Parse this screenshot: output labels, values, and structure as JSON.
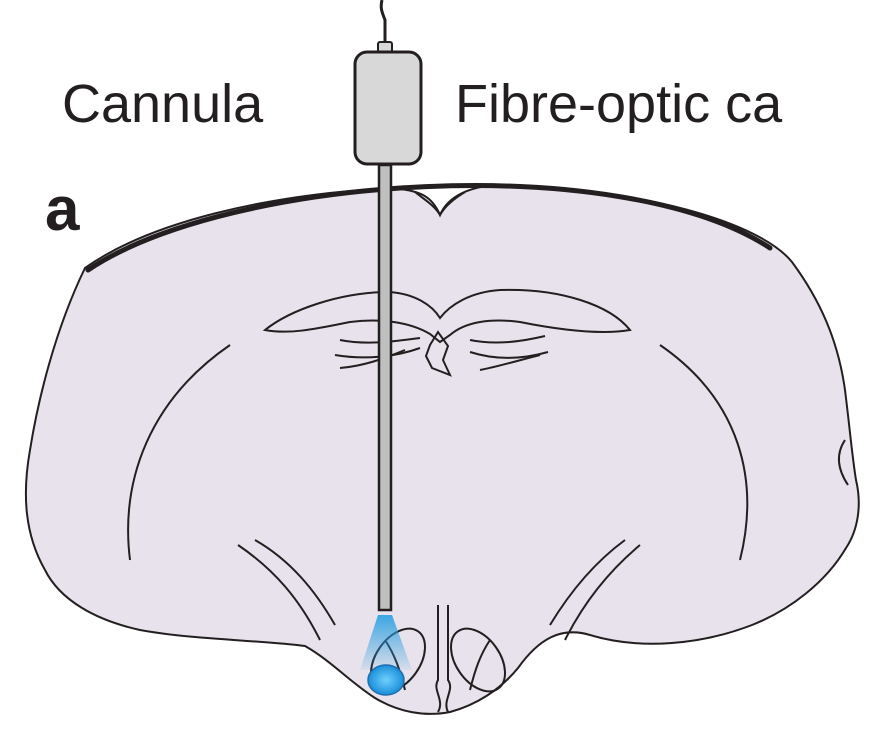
{
  "panel_letter": "a",
  "labels": {
    "cannula": "Cannula",
    "fibre_optic": "Fibre-optic ca"
  },
  "colors": {
    "brain_fill": "#e8e2ec",
    "outline": "#231f20",
    "cannula_body": "#d8d8d8",
    "fiber_shaft": "#bfbfbf",
    "light": "#2a9fe0"
  }
}
